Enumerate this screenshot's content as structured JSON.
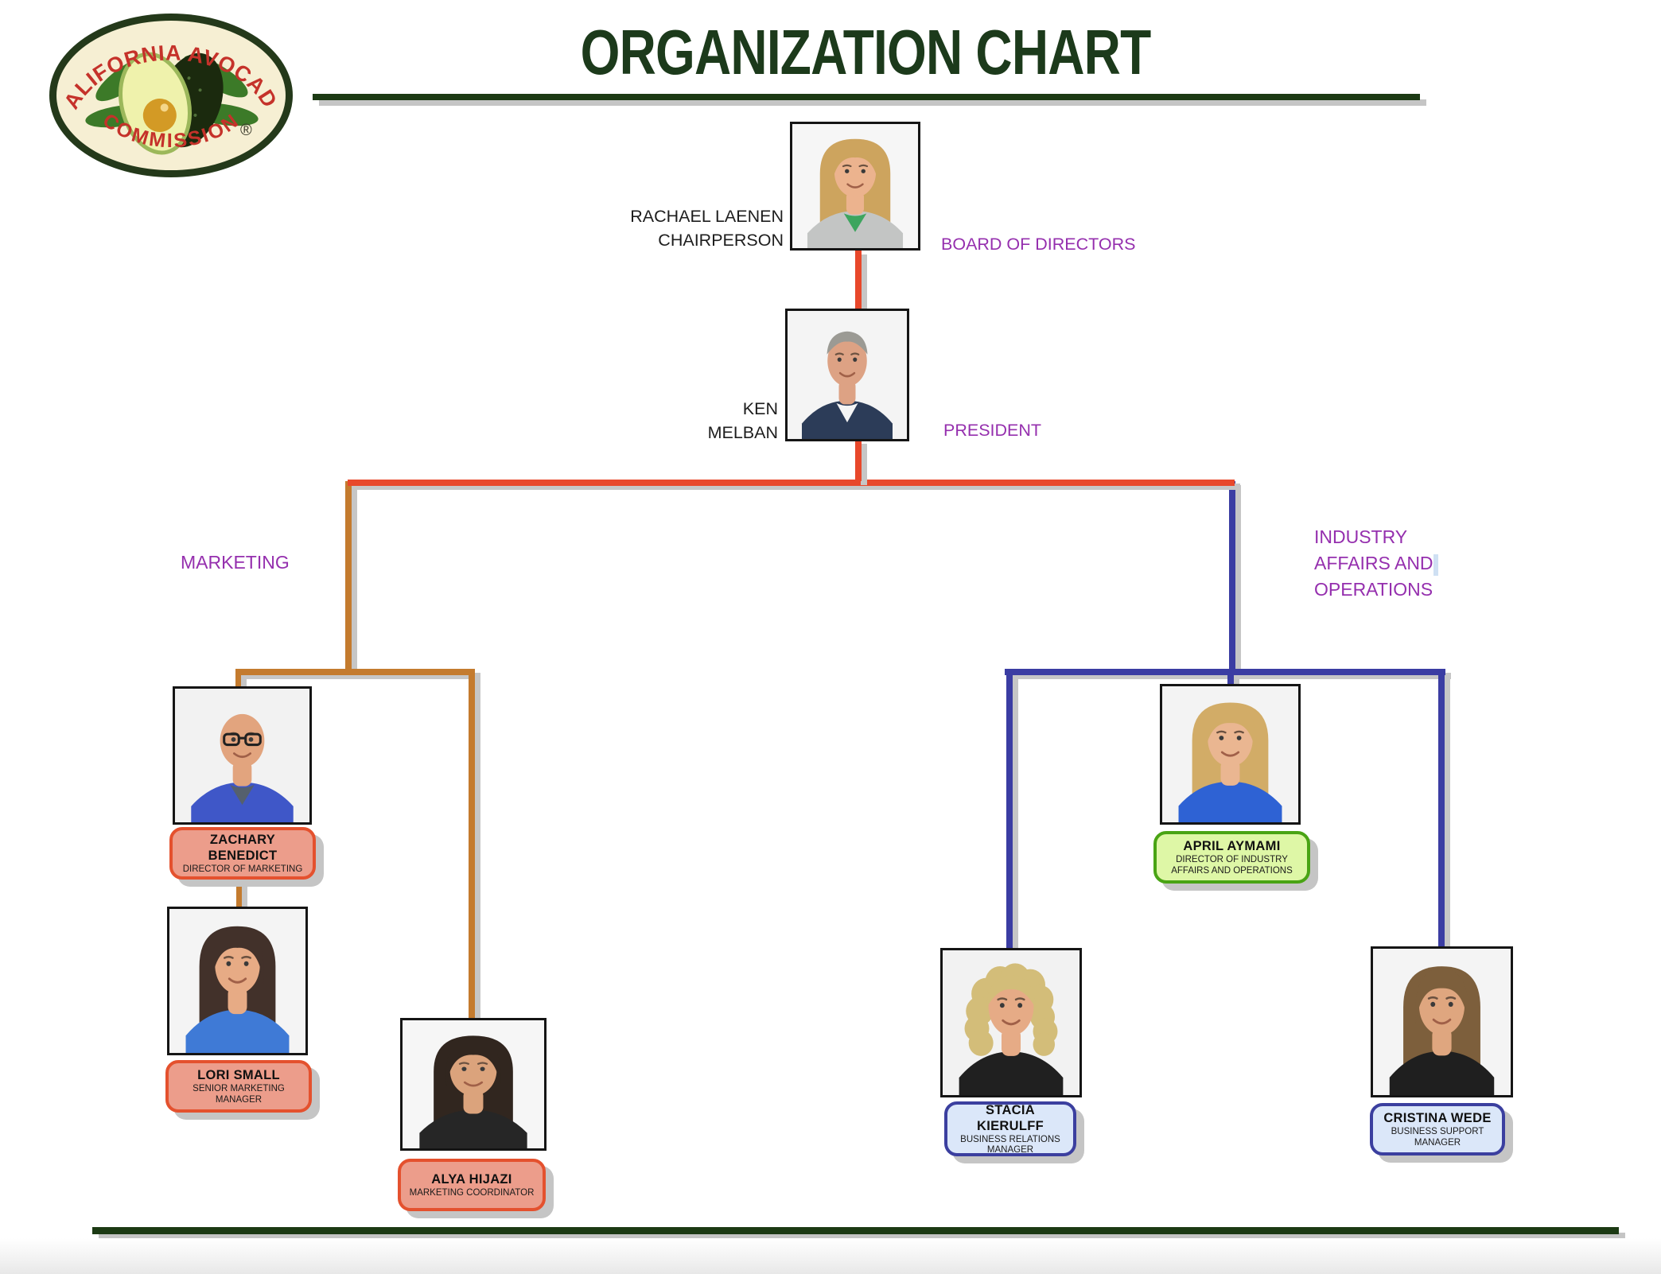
{
  "header": {
    "title": "ORGANIZATION CHART",
    "title_color": "#1c3a1b",
    "bar_color": "#1c3a14"
  },
  "logo": {
    "arc_top": "CALIFORNIA AVOCADO",
    "arc_bottom": "COMMISSION",
    "registered_mark": "®",
    "colors": {
      "ring": "#24391a",
      "cream": "#f6efd3",
      "red": "#c5322a",
      "leaf": "#3c7a28",
      "skin_dark": "#1b2a0e",
      "flesh": "#eff2ac",
      "rim": "#9cb85b",
      "pit": "#d39a25"
    }
  },
  "branch_labels": {
    "color": "#952fae",
    "board": "BOARD OF DIRECTORS",
    "president": "PRESIDENT",
    "marketing": "MARKETING",
    "industry": "INDUSTRY\nAFFAIRS AND\nOPERATIONS"
  },
  "connectors": {
    "red": "#e8482b",
    "orange": "#c47b2e",
    "blue": "#3b3da3",
    "shadow": "#c6c6c6"
  },
  "people": {
    "rachael": {
      "label": "RACHAEL LAENEN\nCHAIRPERSON",
      "avatar": {
        "bg": "#f6f6f6",
        "skin": "#ecb38e",
        "hair": "#cda45e",
        "style": "long",
        "shirt": "#c3c5c4",
        "inner": "#3da55e",
        "glasses": false
      }
    },
    "ken": {
      "label": "KEN\nMELBAN",
      "avatar": {
        "bg": "#f4f4f4",
        "skin": "#dda284",
        "hair": "#9b9a94",
        "style": "short",
        "shirt": "#2c3c58",
        "inner": "#f5f5f5",
        "glasses": false
      }
    },
    "zachary": {
      "name": "ZACHARY BENEDICT",
      "title": "DIRECTOR OF MARKETING",
      "plate": {
        "fill": "#ec9d8b",
        "border": "#e4512e"
      },
      "avatar": {
        "bg": "#f2f2f2",
        "skin": "#e2a47e",
        "hair": "#caa27c",
        "style": "bald",
        "shirt": "#3f57c8",
        "inner": "#55606e",
        "glasses": true
      }
    },
    "lori": {
      "name": "LORI SMALL",
      "title": "SENIOR MARKETING MANAGER",
      "plate": {
        "fill": "#ec9d8b",
        "border": "#e4512e"
      },
      "avatar": {
        "bg": "#f4f4f4",
        "skin": "#e7ab85",
        "hair": "#42312a",
        "style": "long",
        "shirt": "#3f7ad6",
        "inner": "#3f7ad6",
        "glasses": false
      }
    },
    "alya": {
      "name": "ALYA HIJAZI",
      "title": "MARKETING COORDINATOR",
      "plate": {
        "fill": "#ec9d8b",
        "border": "#e4512e"
      },
      "avatar": {
        "bg": "#f6f6f6",
        "skin": "#dba37c",
        "hair": "#31261f",
        "style": "long",
        "shirt": "#262626",
        "inner": "#262626",
        "glasses": false
      }
    },
    "april": {
      "name": "APRIL AYMAMI",
      "title": "DIRECTOR OF INDUSTRY\nAFFAIRS AND OPERATIONS",
      "plate": {
        "fill": "#def7a6",
        "border": "#49a414"
      },
      "avatar": {
        "bg": "#f3f3f3",
        "skin": "#eab691",
        "hair": "#d2ac67",
        "style": "long",
        "shirt": "#2e62d4",
        "inner": "#2e62d4",
        "glasses": false
      }
    },
    "stacia": {
      "name": "STACIA KIERULFF",
      "title": "BUSINESS RELATIONS\nMANAGER",
      "plate": {
        "fill": "#dbe7f9",
        "border": "#3b3f9f"
      },
      "avatar": {
        "bg": "#f2f2f2",
        "skin": "#e6ab86",
        "hair": "#d3bd79",
        "style": "curly",
        "shirt": "#202020",
        "inner": "#202020",
        "glasses": false
      }
    },
    "cristina": {
      "name": "CRISTINA WEDE",
      "title": "BUSINESS SUPPORT\nMANAGER",
      "plate": {
        "fill": "#dbe7f9",
        "border": "#3b3f9f"
      },
      "avatar": {
        "bg": "#f4f4f4",
        "skin": "#dfa67f",
        "hair": "#7d5f3c",
        "style": "long",
        "shirt": "#1f1f1f",
        "inner": "#1f1f1f",
        "glasses": false
      }
    }
  }
}
